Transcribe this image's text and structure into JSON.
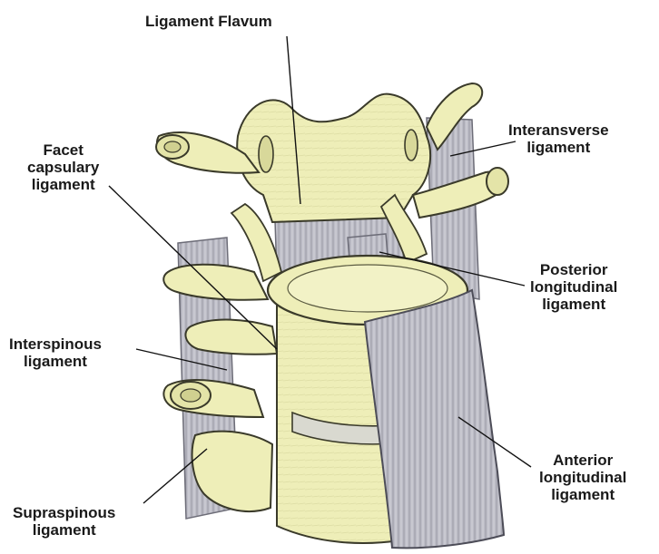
{
  "labels": {
    "ligament_flavum": [
      "Ligament Flavum"
    ],
    "interansverse": [
      "Interansverse",
      "ligament"
    ],
    "facet_capsulary": [
      "Facet",
      "capsulary",
      "ligament"
    ],
    "posterior_longitudinal": [
      "Posterior",
      "longitudinal",
      "ligament"
    ],
    "interspinous": [
      "Interspinous",
      "ligament"
    ],
    "anterior_longitudinal": [
      "Anterior",
      "longitudinal",
      "ligament"
    ],
    "supraspinous": [
      "Supraspinous",
      "ligament"
    ]
  },
  "colors": {
    "bone": "#eeeeb8",
    "bone_shade": "#d8d89a",
    "bone_outline": "#3a3a2a",
    "ligament": "#b9b9c3",
    "ligament_light": "#cfcfd7",
    "ligament_line": "#8d8d98",
    "disc": "#d9d9d0",
    "leader": "#111111"
  }
}
